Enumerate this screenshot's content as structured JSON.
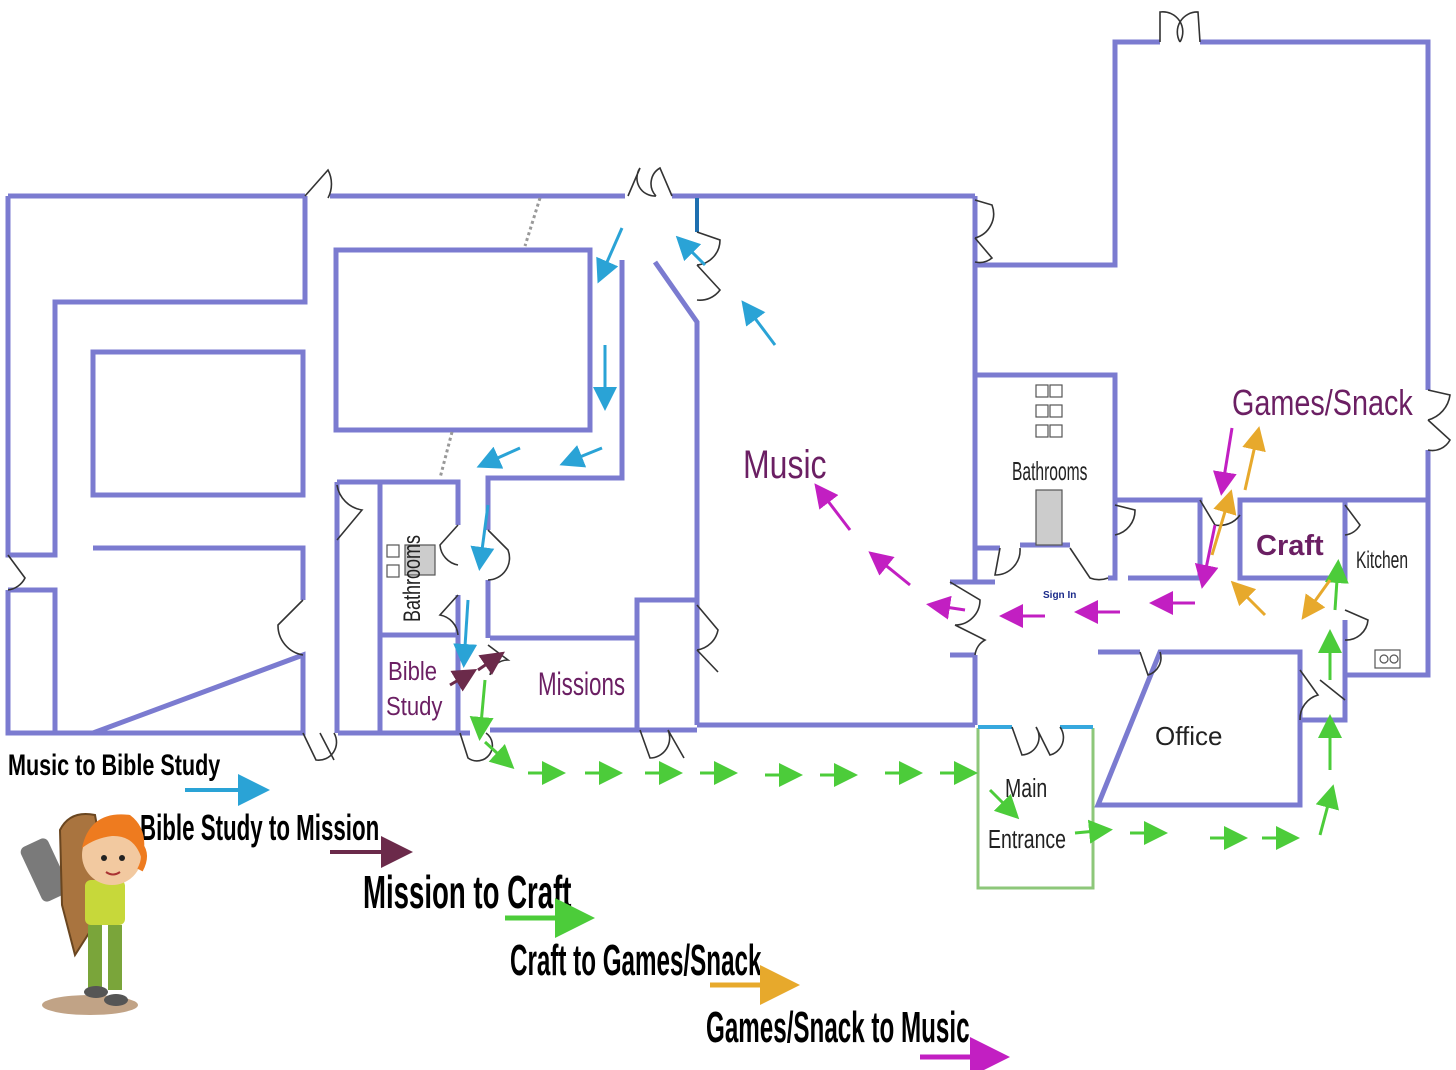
{
  "rooms": {
    "music": "Music",
    "games_snack": "Games/Snack",
    "craft": "Craft",
    "kitchen": "Kitchen",
    "bathrooms_left": "Bathrooms",
    "bathrooms_right": "Bathrooms",
    "bible": "Bible",
    "study": "Study",
    "missions": "Missions",
    "office": "Office",
    "main": "Main",
    "entrance": "Entrance",
    "sign_in": "Sign In"
  },
  "legend": [
    {
      "label": "Music to Bible Study",
      "color": "#2aa3d6"
    },
    {
      "label": "Bible Study to Mission",
      "color": "#6b2a4a"
    },
    {
      "label": "Mission to Craft",
      "color": "#4ccc3a"
    },
    {
      "label": "Craft to Games/Snack",
      "color": "#e7a92c"
    },
    {
      "label": "Games/Snack to Music",
      "color": "#c21fc2"
    }
  ],
  "colors": {
    "wall": "#7b7bd0",
    "room_label": "#6b1f63",
    "craft_label": "#6b1f63",
    "entrance_outline": "#8dc77a"
  },
  "icons": [
    "explorer-kid-illustration",
    "door-swing-icon",
    "toilet-icon"
  ]
}
